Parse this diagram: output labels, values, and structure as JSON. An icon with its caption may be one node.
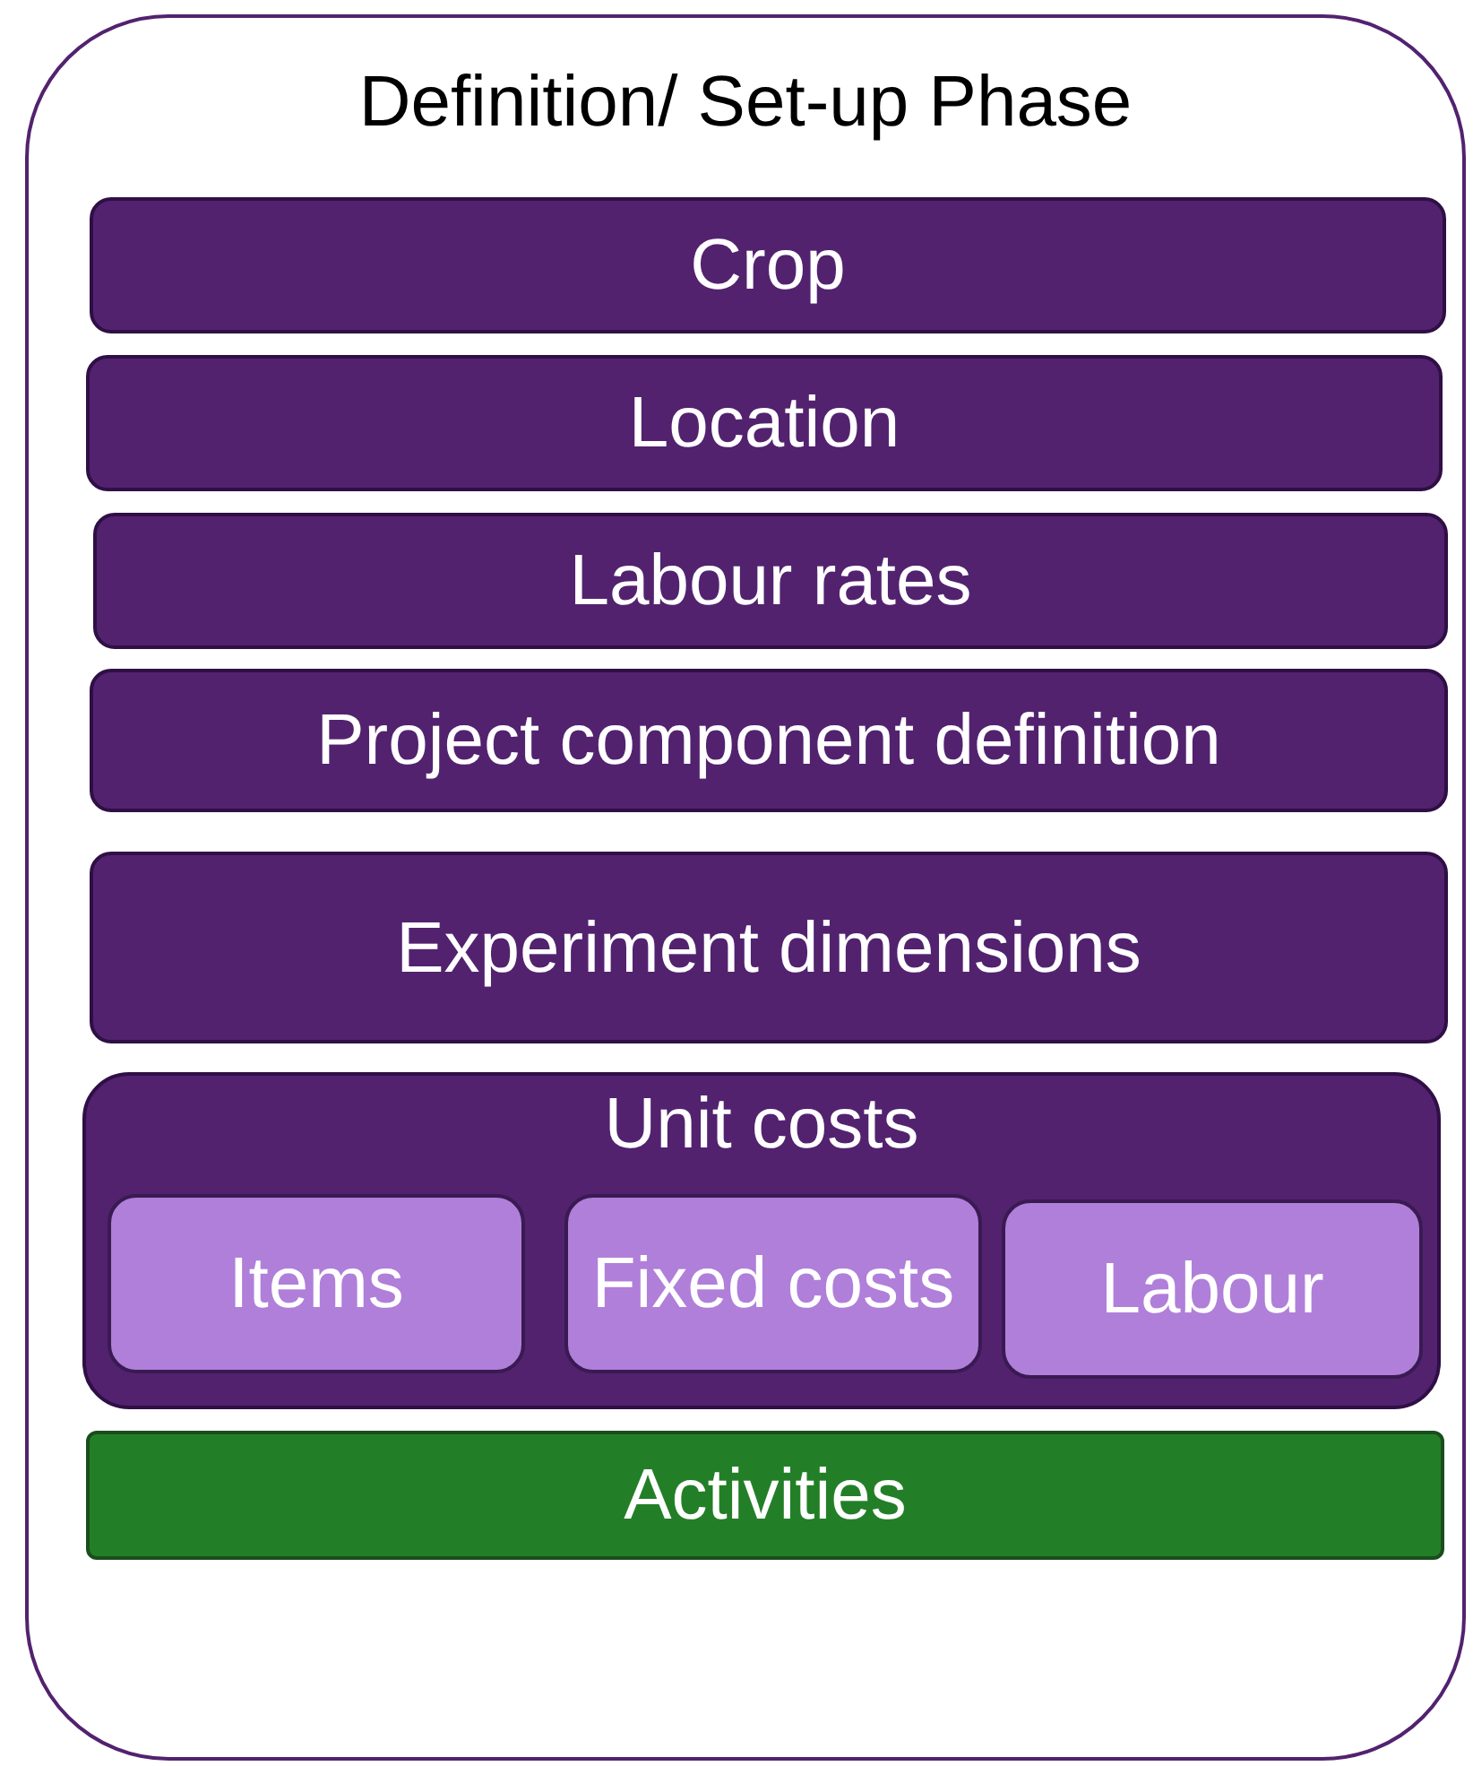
{
  "diagram": {
    "nodes": [
      {
        "text": [
          "Definition/ Set-up Phase"
        ]
      },
      {
        "text": [
          "Crop"
        ],
        "in": 0
      },
      {
        "text": [
          "Location"
        ],
        "in": 0
      },
      {
        "text": [
          "Labour rates"
        ],
        "in": 0
      },
      {
        "text": [
          "Project component definition"
        ],
        "in": 0
      },
      {
        "text": [
          "Experiment dimensions"
        ],
        "in": 0
      },
      {
        "text": [
          "Unit costs"
        ],
        "in": 0
      },
      {
        "text": [
          "Items"
        ],
        "in": 6
      },
      {
        "text": [
          "Fixed costs"
        ],
        "in": 6
      },
      {
        "text": [
          "Labour"
        ],
        "in": 6
      },
      {
        "text": [
          "Activities"
        ],
        "in": 0
      }
    ]
  }
}
